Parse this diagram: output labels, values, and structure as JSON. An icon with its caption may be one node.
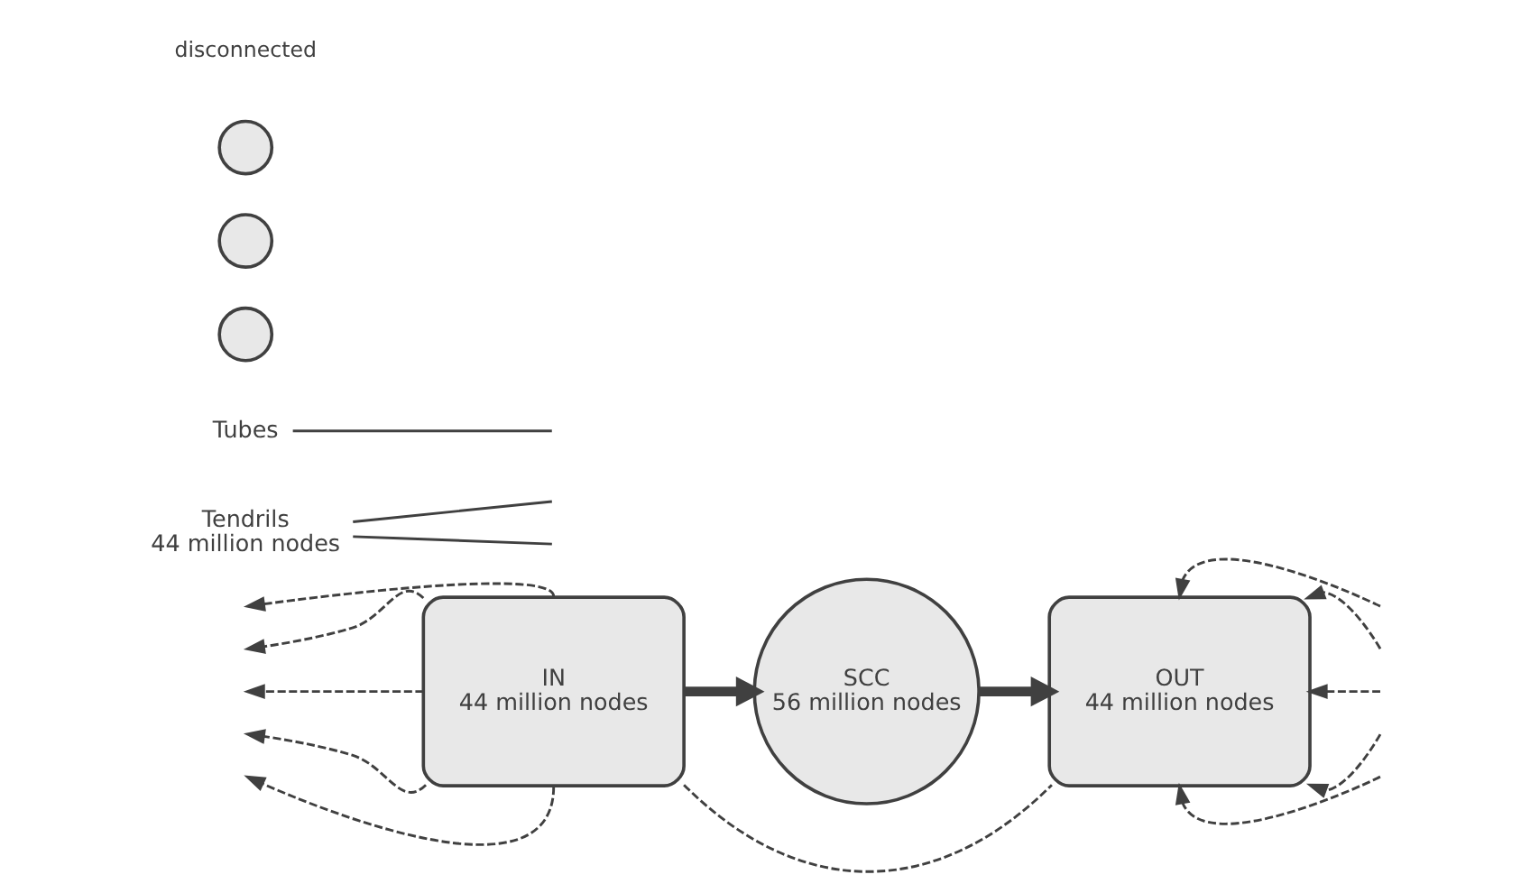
{
  "diagram": {
    "nodes": [
      {
        "text": [
          "IN",
          "44 million nodes"
        ]
      },
      {
        "text": [
          "SCC",
          "56 million nodes"
        ]
      },
      {
        "text": [
          "OUT",
          "44 million nodes"
        ]
      },
      {
        "text": [
          "Tendrils",
          "44 million nodes"
        ]
      },
      {
        "text": [
          "Tubes"
        ]
      },
      {
        "text": [],
        "shape": "circle"
      },
      {
        "text": [],
        "shape": "circle"
      },
      {
        "text": [],
        "shape": "circle"
      }
    ],
    "edges": [
      {
        "from": 0,
        "to": 1,
        "arrow": "to",
        "style": "thick"
      },
      {
        "from": 1,
        "to": 2,
        "arrow": "to",
        "style": "thick"
      },
      {
        "from": 0,
        "to": null,
        "arrow": "to",
        "style": "dashed"
      },
      {
        "from": 0,
        "to": null,
        "arrow": "to",
        "style": "dashed"
      },
      {
        "from": 0,
        "to": null,
        "arrow": "to",
        "style": "dashed"
      },
      {
        "from": 0,
        "to": null,
        "arrow": "to",
        "style": "dashed"
      },
      {
        "from": 0,
        "to": null,
        "arrow": "to",
        "style": "dashed"
      },
      {
        "from": null,
        "to": 2,
        "arrow": "to",
        "style": "dashed"
      },
      {
        "from": null,
        "to": 2,
        "arrow": "to",
        "style": "dashed"
      },
      {
        "from": null,
        "to": 2,
        "arrow": "to",
        "style": "dashed"
      },
      {
        "from": null,
        "to": 2,
        "arrow": "to",
        "style": "dashed"
      },
      {
        "from": null,
        "to": 2,
        "arrow": "to",
        "style": "dashed"
      },
      {
        "from": 0,
        "to": 2,
        "arrow": "none",
        "style": "dashed"
      },
      {
        "from": 3,
        "to": null,
        "arrow": "none"
      },
      {
        "from": 3,
        "to": null,
        "arrow": "none"
      },
      {
        "from": 4,
        "to": null,
        "arrow": "none"
      }
    ],
    "labels": [
      "disconnected"
    ]
  }
}
